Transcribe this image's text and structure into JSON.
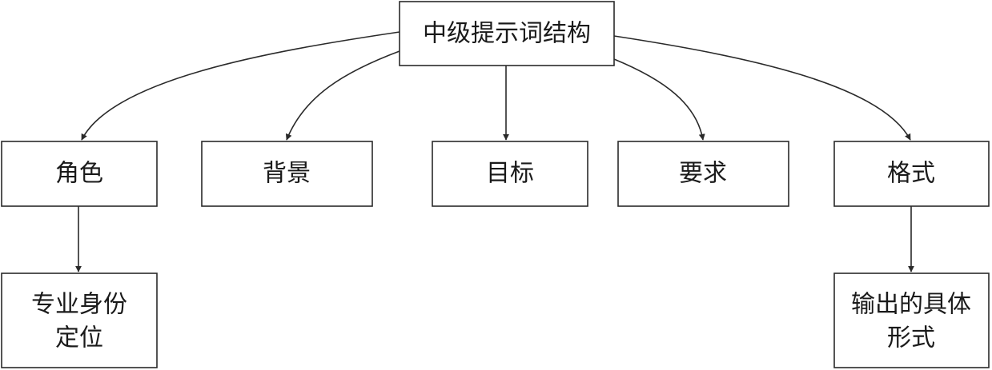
{
  "colors": {
    "line": "#2a2a2a",
    "text": "#1a1a1a",
    "background": "#ffffff"
  },
  "root": {
    "label": "中级提示词结构"
  },
  "children": [
    {
      "label": "角色"
    },
    {
      "label": "背景"
    },
    {
      "label": "目标"
    },
    {
      "label": "要求"
    },
    {
      "label": "格式"
    }
  ],
  "details": [
    {
      "parent": "角色",
      "lines": [
        "专业身份",
        "定位"
      ]
    },
    {
      "parent": "格式",
      "lines": [
        "输出的具体",
        "形式"
      ]
    }
  ]
}
